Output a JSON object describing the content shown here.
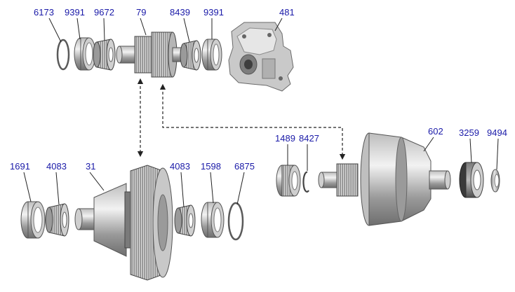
{
  "callouts": {
    "c6173": "6173",
    "c9391a": "9391",
    "c9672": "9672",
    "c79": "79",
    "c8439": "8439",
    "c9391b": "9391",
    "c481": "481",
    "c1489": "1489",
    "c8427": "8427",
    "c602": "602",
    "c3259": "3259",
    "c9494": "9494",
    "c1691": "1691",
    "c4083a": "4083",
    "c31": "31",
    "c4083b": "4083",
    "c1598": "1598",
    "c6875": "6875"
  },
  "colors": {
    "callout": "#1a1aa8",
    "metal_light": "#d9d9d9",
    "metal_mid": "#a8a8a8",
    "metal_dark": "#6b6b6b"
  }
}
